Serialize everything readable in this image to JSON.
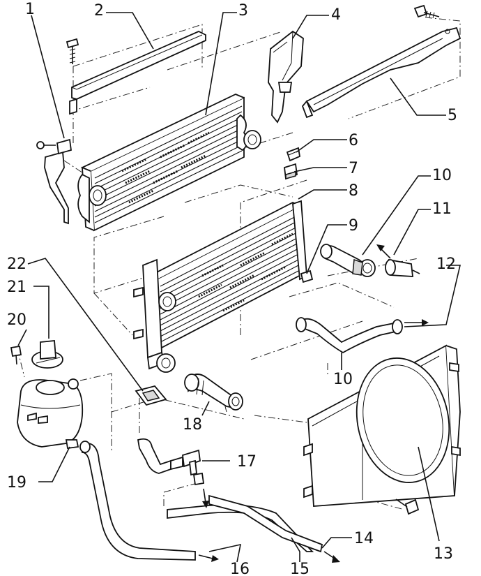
{
  "callouts": [
    {
      "id": "1",
      "text": "1"
    },
    {
      "id": "2",
      "text": "2"
    },
    {
      "id": "3",
      "text": "3"
    },
    {
      "id": "4",
      "text": "4"
    },
    {
      "id": "5",
      "text": "5"
    },
    {
      "id": "6",
      "text": "6"
    },
    {
      "id": "7",
      "text": "7"
    },
    {
      "id": "8",
      "text": "8"
    },
    {
      "id": "9",
      "text": "9"
    },
    {
      "id": "10a",
      "text": "10"
    },
    {
      "id": "10b",
      "text": "10"
    },
    {
      "id": "11",
      "text": "11"
    },
    {
      "id": "12",
      "text": "12"
    },
    {
      "id": "13",
      "text": "13"
    },
    {
      "id": "14",
      "text": "14"
    },
    {
      "id": "15",
      "text": "15"
    },
    {
      "id": "16",
      "text": "16"
    },
    {
      "id": "17",
      "text": "17"
    },
    {
      "id": "18",
      "text": "18"
    },
    {
      "id": "19",
      "text": "19"
    },
    {
      "id": "20",
      "text": "20"
    },
    {
      "id": "21",
      "text": "21"
    },
    {
      "id": "22",
      "text": "22"
    }
  ]
}
